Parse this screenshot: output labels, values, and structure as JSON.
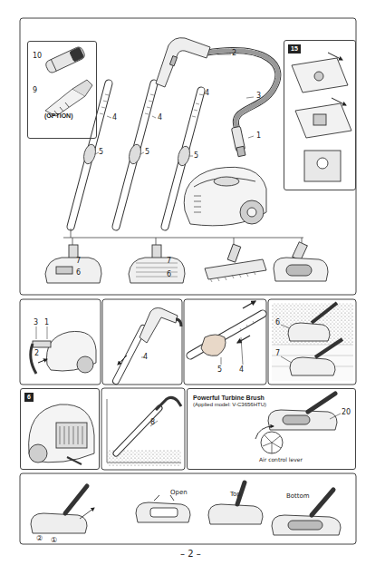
{
  "diagram": {
    "nodes": [
      {
        "text": [
          "(OPTION)"
        ]
      },
      {
        "text": [
          "15"
        ]
      },
      {
        "text": [
          "6"
        ]
      },
      {
        "text": [
          "Powerful Turbine Brush",
          "(Applied model: V-C3656HTU)"
        ]
      }
    ],
    "labels": [
      "10",
      "9",
      "2",
      "4",
      "4",
      "4",
      "3",
      "1",
      "5",
      "5",
      "5",
      "7",
      "6",
      "7",
      "6",
      "3",
      "1",
      "2",
      "4",
      "5",
      "4",
      "6",
      "7",
      "8",
      "20",
      "Air control lever",
      "Open",
      "Top",
      "Bottom",
      "②",
      "①",
      "– 2 –"
    ]
  }
}
